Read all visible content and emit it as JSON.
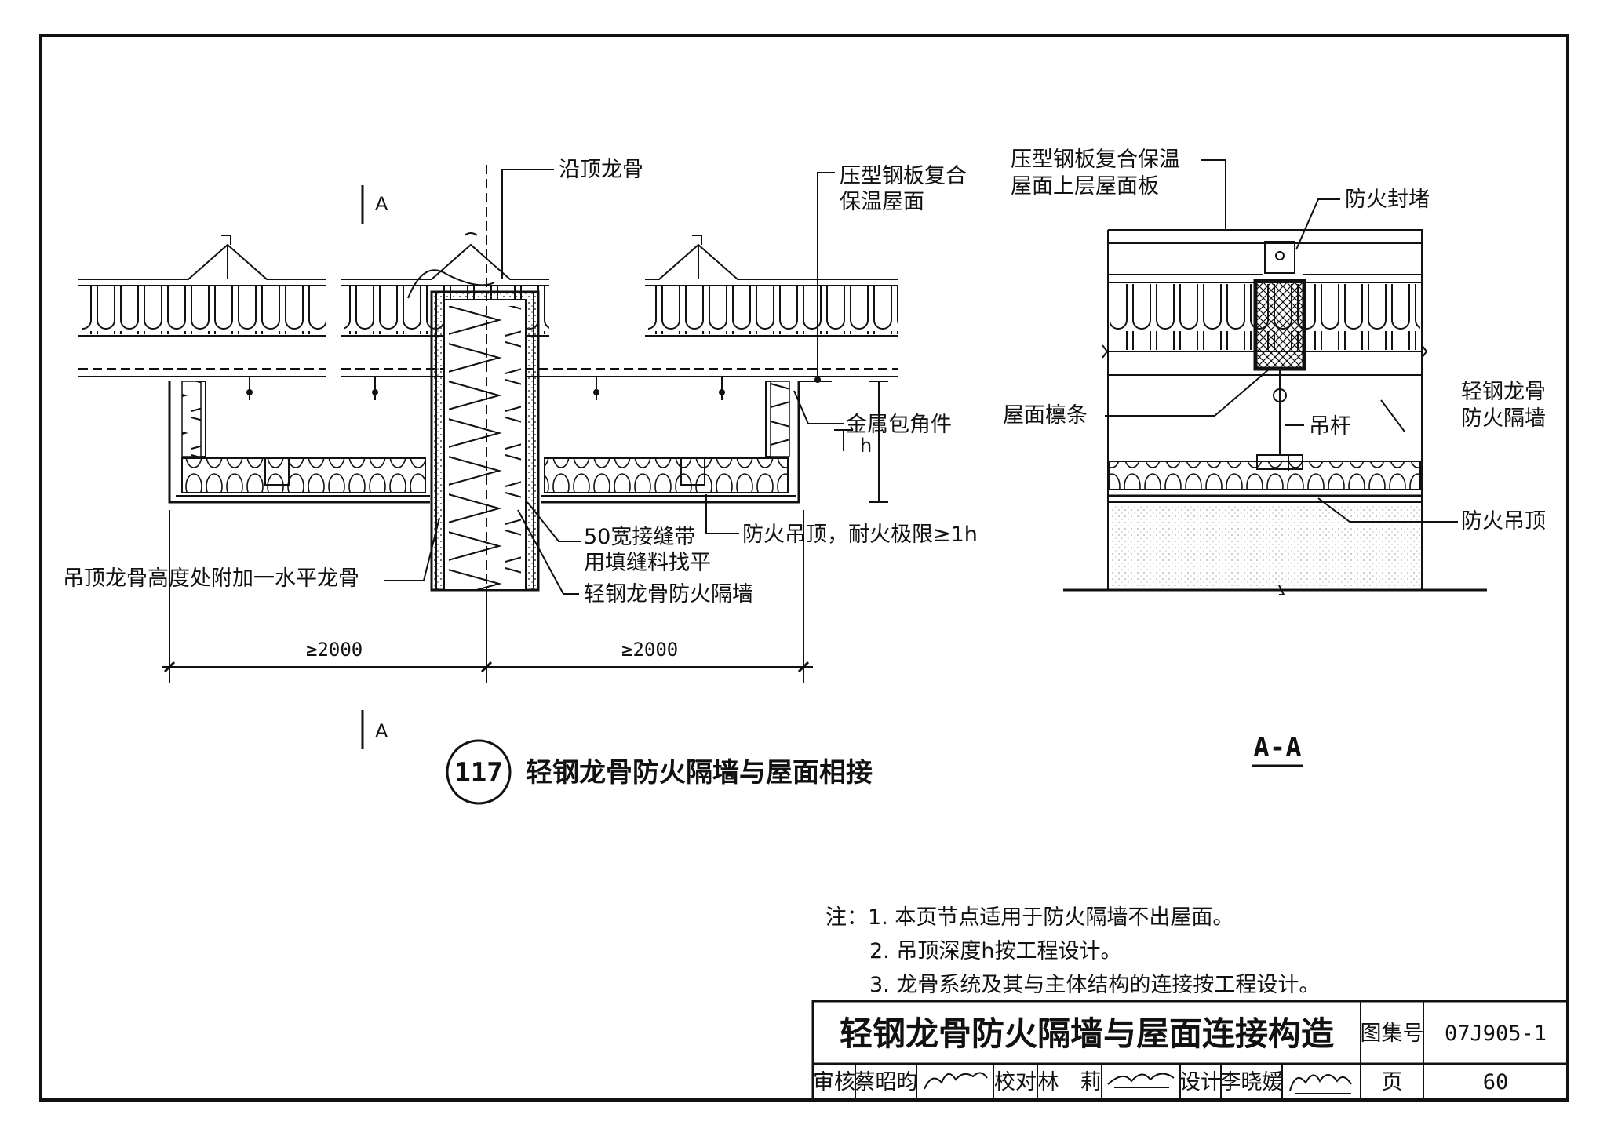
{
  "colors": {
    "ink": "#111111",
    "paper": "#ffffff",
    "hatch": "#444444"
  },
  "section_marks": {
    "top": "A",
    "bottom": "A"
  },
  "detail": {
    "labels": {
      "ceiling_runner": "沿顶龙骨",
      "roof_line1": "压型钢板复合",
      "roof_line2": "保温屋面",
      "metal_corner": "金属包角件",
      "h_mark": "h",
      "fire_ceiling": "防火吊顶，耐火极限≥1h",
      "joint_tape_line1": "50宽接缝带",
      "joint_tape_line2": "用填缝料找平",
      "extra_runner": "吊顶龙骨高度处附加一水平龙骨",
      "partition": "轻钢龙骨防火隔墙"
    },
    "dims": [
      "≥2000",
      "≥2000"
    ],
    "number": "117",
    "title": "轻钢龙骨防火隔墙与屋面相接"
  },
  "section_aa": {
    "labels": {
      "roof_panel_line1": "压型钢板复合保温",
      "roof_panel_line2": "屋面上层屋面板",
      "fire_seal": "防火封堵",
      "purlin": "屋面檩条",
      "hanger": "吊杆",
      "partition_line1": "轻钢龙骨",
      "partition_line2": "防火隔墙",
      "fire_ceiling": "防火吊顶"
    },
    "title": "A-A"
  },
  "notes": [
    "注：1. 本页节点适用于防火隔墙不出屋面。",
    "2. 吊顶深度h按工程设计。",
    "3. 龙骨系统及其与主体结构的连接按工程设计。"
  ],
  "title_block": {
    "main_title": "轻钢龙骨防火隔墙与屋面连接构造",
    "atlas_label": "图集号",
    "atlas_number": "07J905-1",
    "review_label": "审核",
    "reviewer": "蔡昭昀",
    "check_label": "校对",
    "checker": "林　莉",
    "design_label": "设计",
    "designer": "李晓媛",
    "page_label": "页",
    "page_number": "60"
  }
}
